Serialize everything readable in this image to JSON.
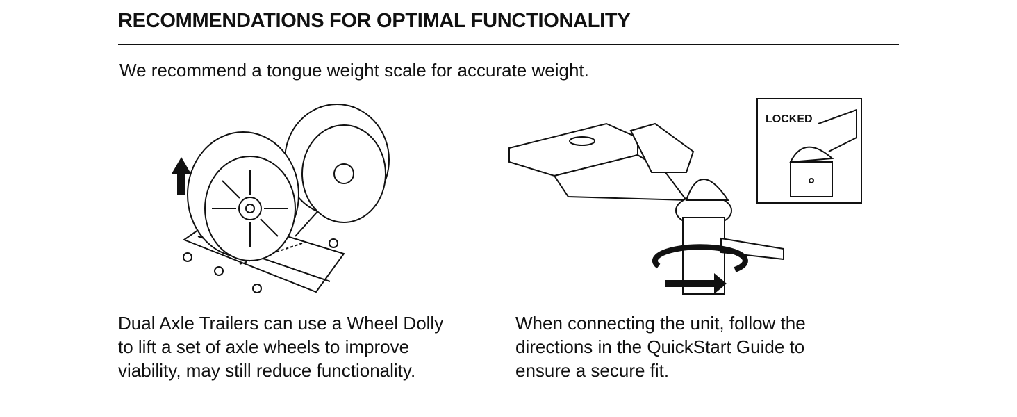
{
  "header": {
    "title": "RECOMMENDATIONS FOR OPTIMAL FUNCTIONALITY"
  },
  "intro": "We recommend a tongue weight scale for accurate weight.",
  "panels": [
    {
      "caption_lines": [
        "Dual Axle Trailers can use a Wheel Dolly",
        "to lift a set of axle wheels to improve",
        "viability, may still reduce functionality."
      ]
    },
    {
      "caption_lines": [
        "When connecting the unit, follow the",
        "directions in the QuickStart Guide to",
        "ensure a secure fit."
      ],
      "inset_label": "LOCKED"
    }
  ]
}
